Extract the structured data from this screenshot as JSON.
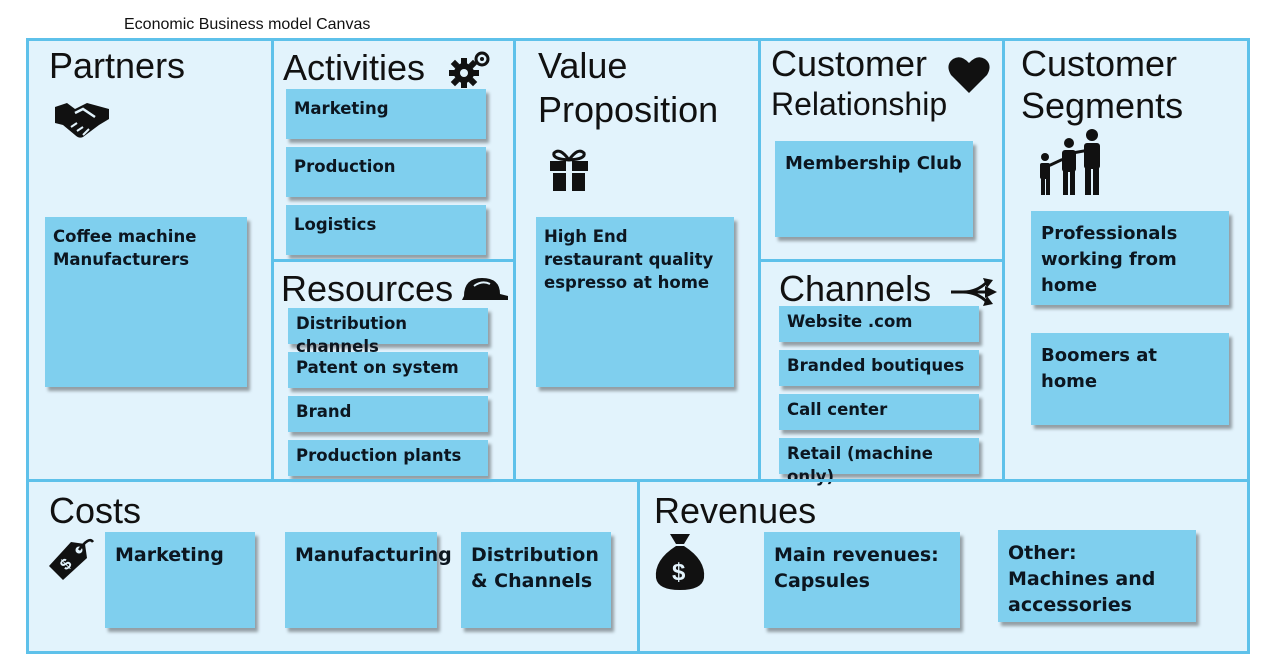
{
  "caption": "Economic Business model Canvas",
  "sections": {
    "partners": {
      "title": "Partners",
      "notes": [
        "Coffee machine\nManufacturers"
      ]
    },
    "activities": {
      "title": "Activities",
      "notes": [
        "Marketing",
        "Production",
        "Logistics"
      ]
    },
    "resources": {
      "title": "Resources",
      "notes": [
        "Distribution channels",
        "Patent on system",
        "Brand",
        "Production plants"
      ]
    },
    "value": {
      "title_line1": "Value",
      "title_line2": "Proposition",
      "notes": [
        "High End\nrestaurant quality\nespresso at home"
      ]
    },
    "relationship": {
      "title_line1": "Customer",
      "title_line2": "Relationship",
      "notes": [
        "Membership Club"
      ]
    },
    "channels": {
      "title": "Channels",
      "notes": [
        "Website .com",
        "Branded boutiques",
        "Call center",
        "Retail (machine only)"
      ]
    },
    "segments": {
      "title_line1": "Customer",
      "title_line2": "Segments",
      "notes": [
        "Professionals\nworking from home",
        "Boomers at home"
      ]
    },
    "costs": {
      "title": "Costs",
      "notes": [
        "Marketing",
        "Manufacturing",
        "Distribution\n& Channels"
      ]
    },
    "revenues": {
      "title": "Revenues",
      "notes": [
        "Main revenues:\nCapsules",
        "Other:\nMachines and\naccessories"
      ]
    }
  },
  "icons": {
    "partners": "handshake-icon",
    "activities": "gears-icon",
    "resources": "hard-hat-icon",
    "value": "gift-icon",
    "relationship": "heart-icon",
    "channels": "arrows-icon",
    "segments": "family-icon",
    "costs": "price-tag-icon",
    "revenues": "money-bag-icon"
  },
  "colors": {
    "border": "#5ec1ea",
    "background": "#e2f3fc",
    "sticky_note": "#7fcfee"
  }
}
